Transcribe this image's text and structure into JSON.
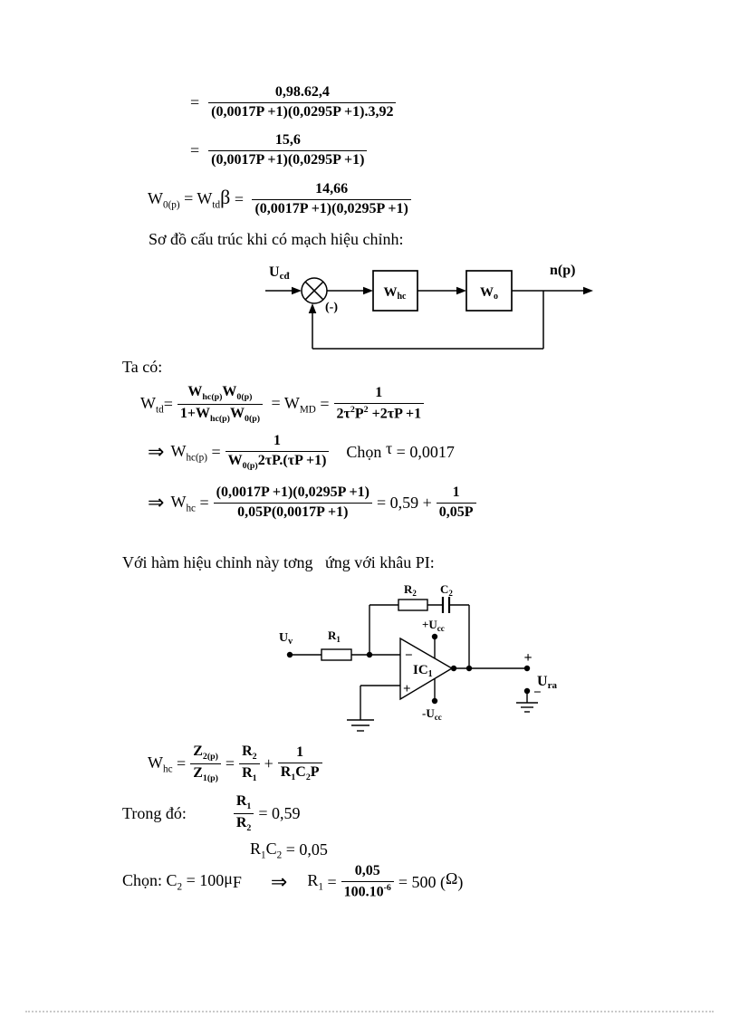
{
  "doc": {
    "line_so_do": "Sơ đồ cấu trúc khi có mạch hiệu chỉnh:",
    "ta_co": "Ta có:",
    "line_pi": "Với hàm hiệu chỉnh này tơng   ứng với khâu PI:",
    "trong_do": "Trong đó:"
  },
  "eq1": {
    "equals": "=",
    "num": "0,98.62,4",
    "den": "(0,0017P +1)(0,0295P +1).3,92"
  },
  "eq2": {
    "equals": "=",
    "num": "15,6",
    "den": "(0,0017P +1)(0,0295P +1)"
  },
  "eq3": {
    "w": "W",
    "w_sub": "0(p)",
    "mid": " = W",
    "mid_sub": "td",
    "beta": "β",
    "equals": " = ",
    "num": "14,66",
    "den": "(0,0017P +1)(0,0295P +1)"
  },
  "eq4": {
    "w": "W",
    "w_sub": "td",
    "eq": "=",
    "n1": "W",
    "n1s": "hc(p)",
    "n2": "W",
    "n2s": "0(p)",
    "d0": "1+",
    "d1": "W",
    "d1s": "hc(p)",
    "d2": "W",
    "d2s": "0(p)",
    "mid": " = W",
    "mid_sub": "MD",
    "eq2": " =",
    "num2": "1",
    "den2_a": "2τ",
    "den2_a_sup": "2",
    "den2_b": "P",
    "den2_b_sup": "2",
    "den2_c": " +2τP +1"
  },
  "eq5": {
    "arrow": "⇒",
    "w": "W",
    "w_sub": "hc(p)",
    "eq": " =",
    "num": "1",
    "d1": "W",
    "d1s": "0(p)",
    "d2": "2τP.(τP +1)",
    "chon": "Chọn ",
    "tau": "τ",
    "val": " = 0,0017"
  },
  "eq6": {
    "arrow": "⇒",
    "w": "W",
    "w_sub": "hc",
    "eq": " =",
    "num": "(0,0017P +1)(0,0295P +1)",
    "den": "0,05P(0,0017P +1)",
    "mid": "= 0,59 +",
    "num2": "1",
    "den2": "0,05P"
  },
  "eq7": {
    "w": "W",
    "w_sub": "hc",
    "eq": " =",
    "zn": "Z",
    "zns": "2(p)",
    "zd": "Z",
    "zds": "1(p)",
    "eq2": "=",
    "rn": "R",
    "rns": "2",
    "rd": "R",
    "rds": "1",
    "plus": "+",
    "num3": "1",
    "d3a": "R",
    "d3as": "1",
    "d3b": "C",
    "d3bs": "2",
    "d3c": "P"
  },
  "eq8": {
    "rn": "R",
    "rns": "1",
    "rd": "R",
    "rds": "2",
    "val": "= 0,59"
  },
  "eq9": {
    "r": "R",
    "rs": "1",
    "c": "C",
    "cs": "2",
    "val": " = 0,05"
  },
  "eq10": {
    "chon": "Chọn: C",
    "chon_sub": "2",
    "val": " = 100",
    "mu": "μ",
    "unit": "F",
    "arrow": "⇒",
    "r": "R",
    "rs": "1",
    "eq": " =",
    "num": "0,05",
    "den": "100.10",
    "den_sup": "-6",
    "res": "= 500 (",
    "omega": "Ω",
    "res_end": ")"
  },
  "block_diagram": {
    "input": "U",
    "input_sub": "cđ",
    "minus": "(-)",
    "box1": "W",
    "box1_sub": "hc",
    "box2": "W",
    "box2_sub": "o",
    "output": "n(p)"
  },
  "circuit": {
    "uv": "U",
    "uv_sub": "v",
    "r1": "R",
    "r1_sub": "1",
    "r2": "R",
    "r2_sub": "2",
    "c2": "C",
    "c2_sub": "2",
    "ic": "IC",
    "ic_sub": "1",
    "vp": "+U",
    "vp_sub": "cc",
    "vm": "-U",
    "vm_sub": "cc",
    "in_minus": "−",
    "in_plus": "+",
    "out_plus": "+",
    "out_minus": "−",
    "ura": "U",
    "ura_sub": "ra"
  }
}
